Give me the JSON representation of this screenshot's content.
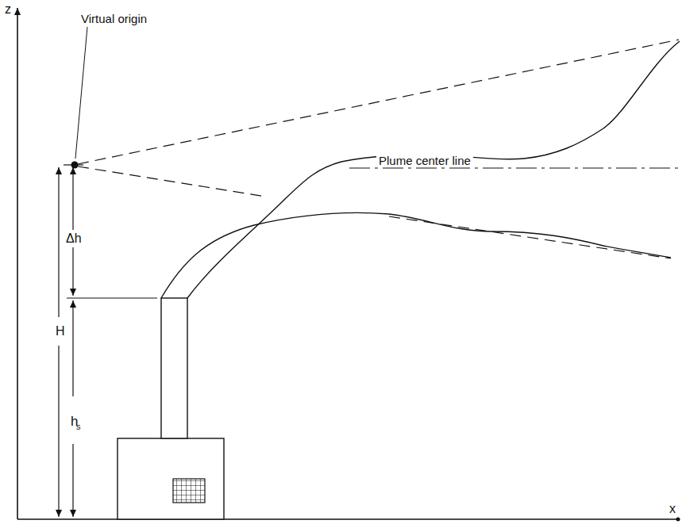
{
  "diagram": {
    "labels": [
      "z",
      "x",
      "Virtual origin",
      "Plume center line",
      "Δh",
      "H",
      "h",
      "s"
    ]
  }
}
